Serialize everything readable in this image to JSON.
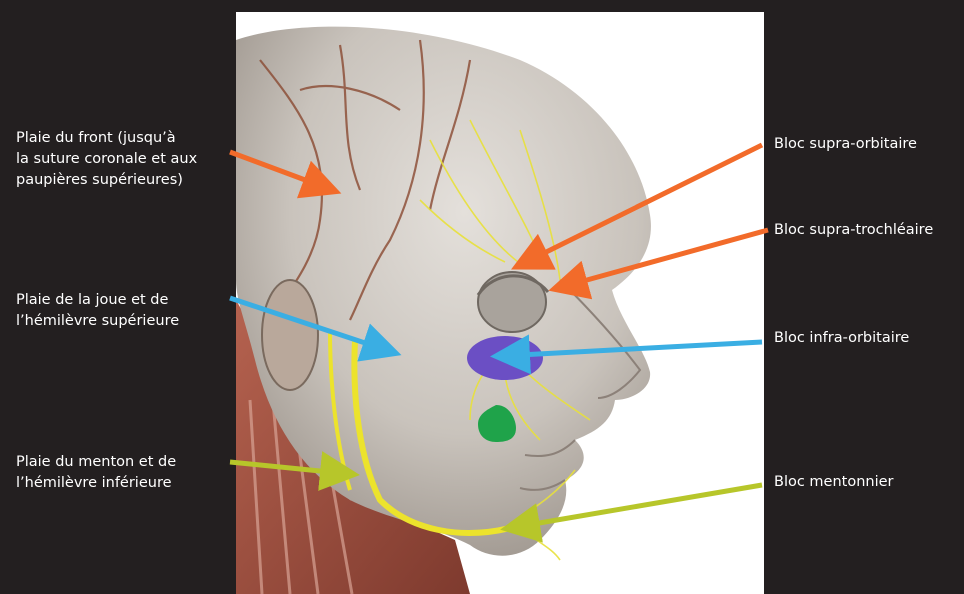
{
  "left_labels": [
    "Plaie du front (jusqu’à\nla suture coronale et aux\npaupières supérieures)",
    "Plaie de la joue et de\nl’hémilèvre supérieure",
    "Plaie du menton et de\nl’hémilèvre inférieure"
  ],
  "right_labels": [
    "Bloc supra-orbitaire",
    "Bloc supra-trochléaire",
    "Bloc infra-orbitaire",
    "Bloc mentonnier"
  ],
  "colors": {
    "background": "#231f20",
    "orange_arrow": "#f26b2a",
    "blue_arrow": "#3aaee3",
    "green_arrow": "#b7c62a",
    "infra_orbital_zone": "#6b4fc4",
    "mental_zone": "#1fa34a",
    "nerve": "#e8e13a",
    "skin": "#c9c3bc",
    "muscle": "#9b4e3e"
  }
}
